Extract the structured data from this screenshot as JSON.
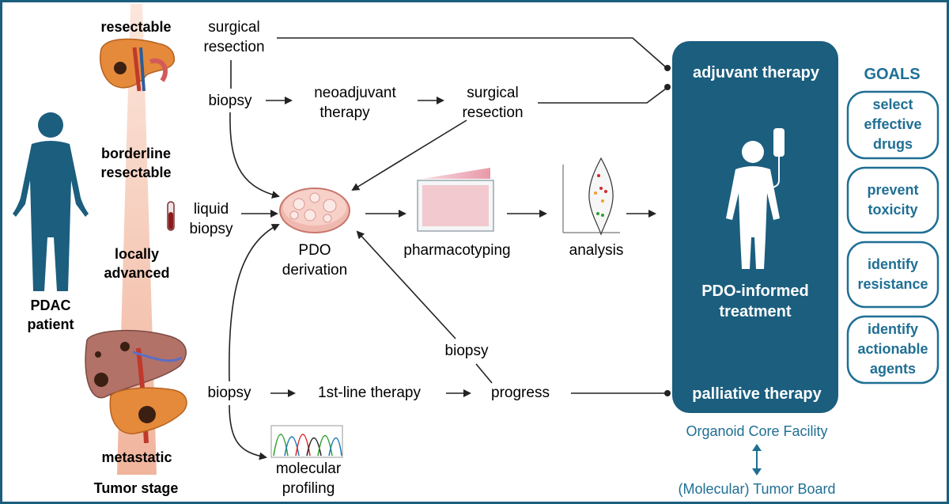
{
  "stages": {
    "resectable": "resectable",
    "borderline_line1": "borderline",
    "borderline_line2": "resectable",
    "locally_line1": "locally",
    "locally_line2": "advanced",
    "metastatic": "metastatic",
    "tumor_stage": "Tumor stage"
  },
  "patient": {
    "line1": "PDAC",
    "line2": "patient"
  },
  "path_resectable": {
    "surgical_resection_line1": "surgical",
    "surgical_resection_line2": "resection"
  },
  "path_borderline": {
    "biopsy": "biopsy",
    "neoadjuvant_line1": "neoadjuvant",
    "neoadjuvant_line2": "therapy",
    "surgical_resection_line1": "surgical",
    "surgical_resection_line2": "resection"
  },
  "liquid_biopsy": {
    "line1": "liquid",
    "line2": "biopsy"
  },
  "pipeline": {
    "pdo_line1": "PDO",
    "pdo_line2": "derivation",
    "pharmacotyping": "pharmacotyping",
    "analysis": "analysis"
  },
  "path_metastatic": {
    "biopsy": "biopsy",
    "first_line": "1st-line therapy",
    "progress": "progress",
    "rebiopsy": "biopsy",
    "molecular_line1": "molecular",
    "molecular_line2": "profiling"
  },
  "treatment_panel": {
    "adjuvant": "adjuvant therapy",
    "pdo_informed_line1": "PDO-informed",
    "pdo_informed_line2": "treatment",
    "palliative": "palliative therapy"
  },
  "facility": {
    "organoid_core": "Organoid Core Facility",
    "tumor_board": "(Molecular) Tumor Board"
  },
  "goals": {
    "title": "GOALS",
    "items": [
      {
        "line1": "select",
        "line2": "effective",
        "line3": "drugs"
      },
      {
        "line1": "prevent",
        "line2": "toxicity",
        "line3": ""
      },
      {
        "line1": "identify",
        "line2": "resistance",
        "line3": ""
      },
      {
        "line1": "identify",
        "line2": "actionable",
        "line3": "agents"
      }
    ]
  },
  "colors": {
    "primary": "#1b5e7e",
    "accent_text": "#1f6f94",
    "stage_gradient": "#f2b7a0",
    "arrow": "#222222"
  }
}
